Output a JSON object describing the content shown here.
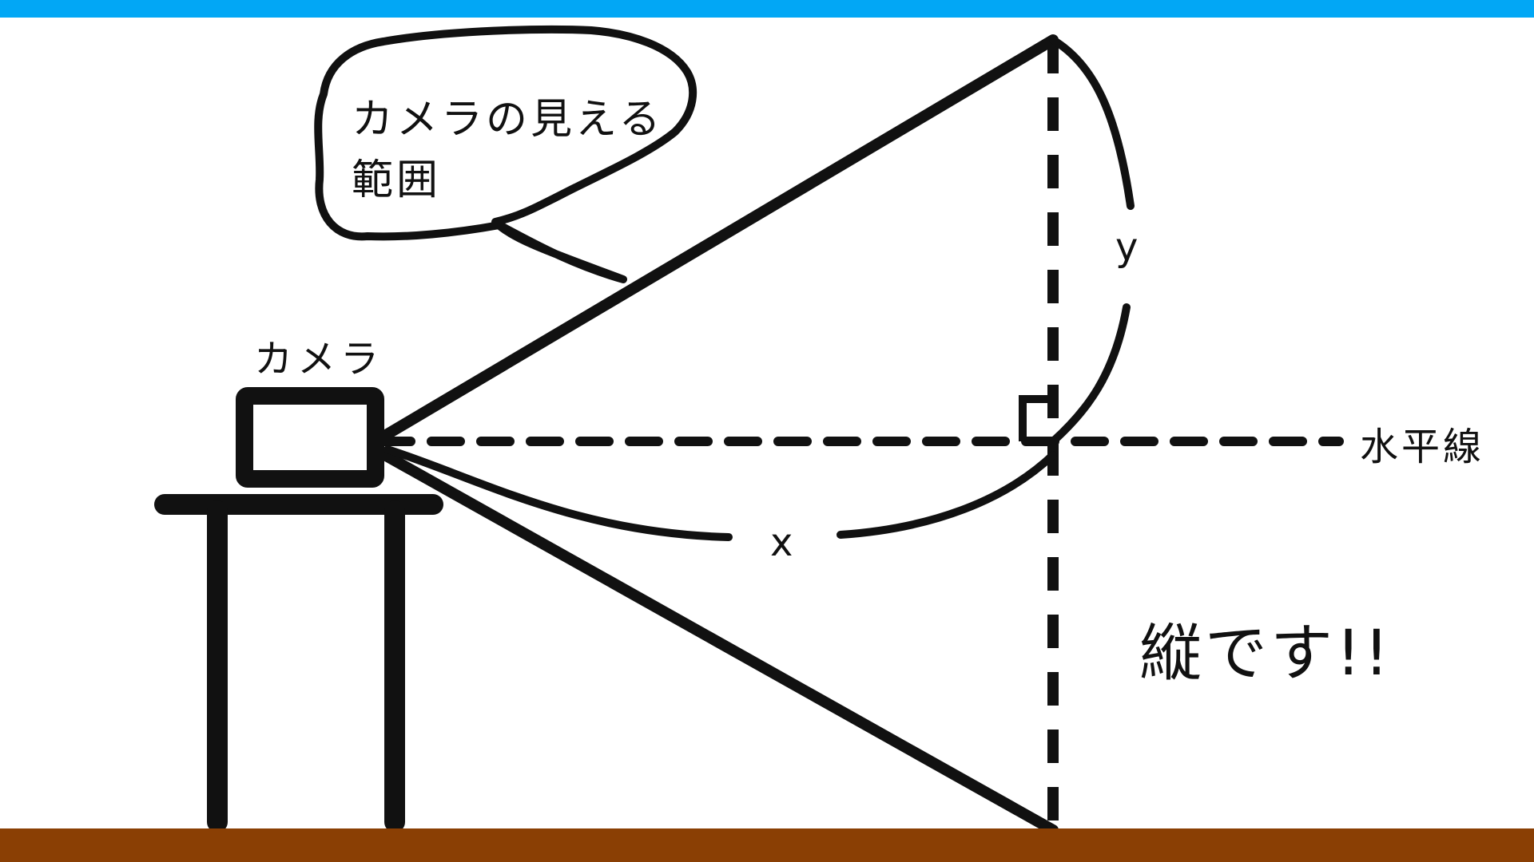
{
  "diagram": {
    "bubble_text": "カメラの見える範囲",
    "camera_label": "カメラ",
    "horizon_label": "水平線",
    "x_label": "x",
    "y_label": "y",
    "note_label": "縦です!!"
  },
  "colors": {
    "top_bar": "#02a7f5",
    "floor": "#8a3f04",
    "ink": "#111111"
  }
}
